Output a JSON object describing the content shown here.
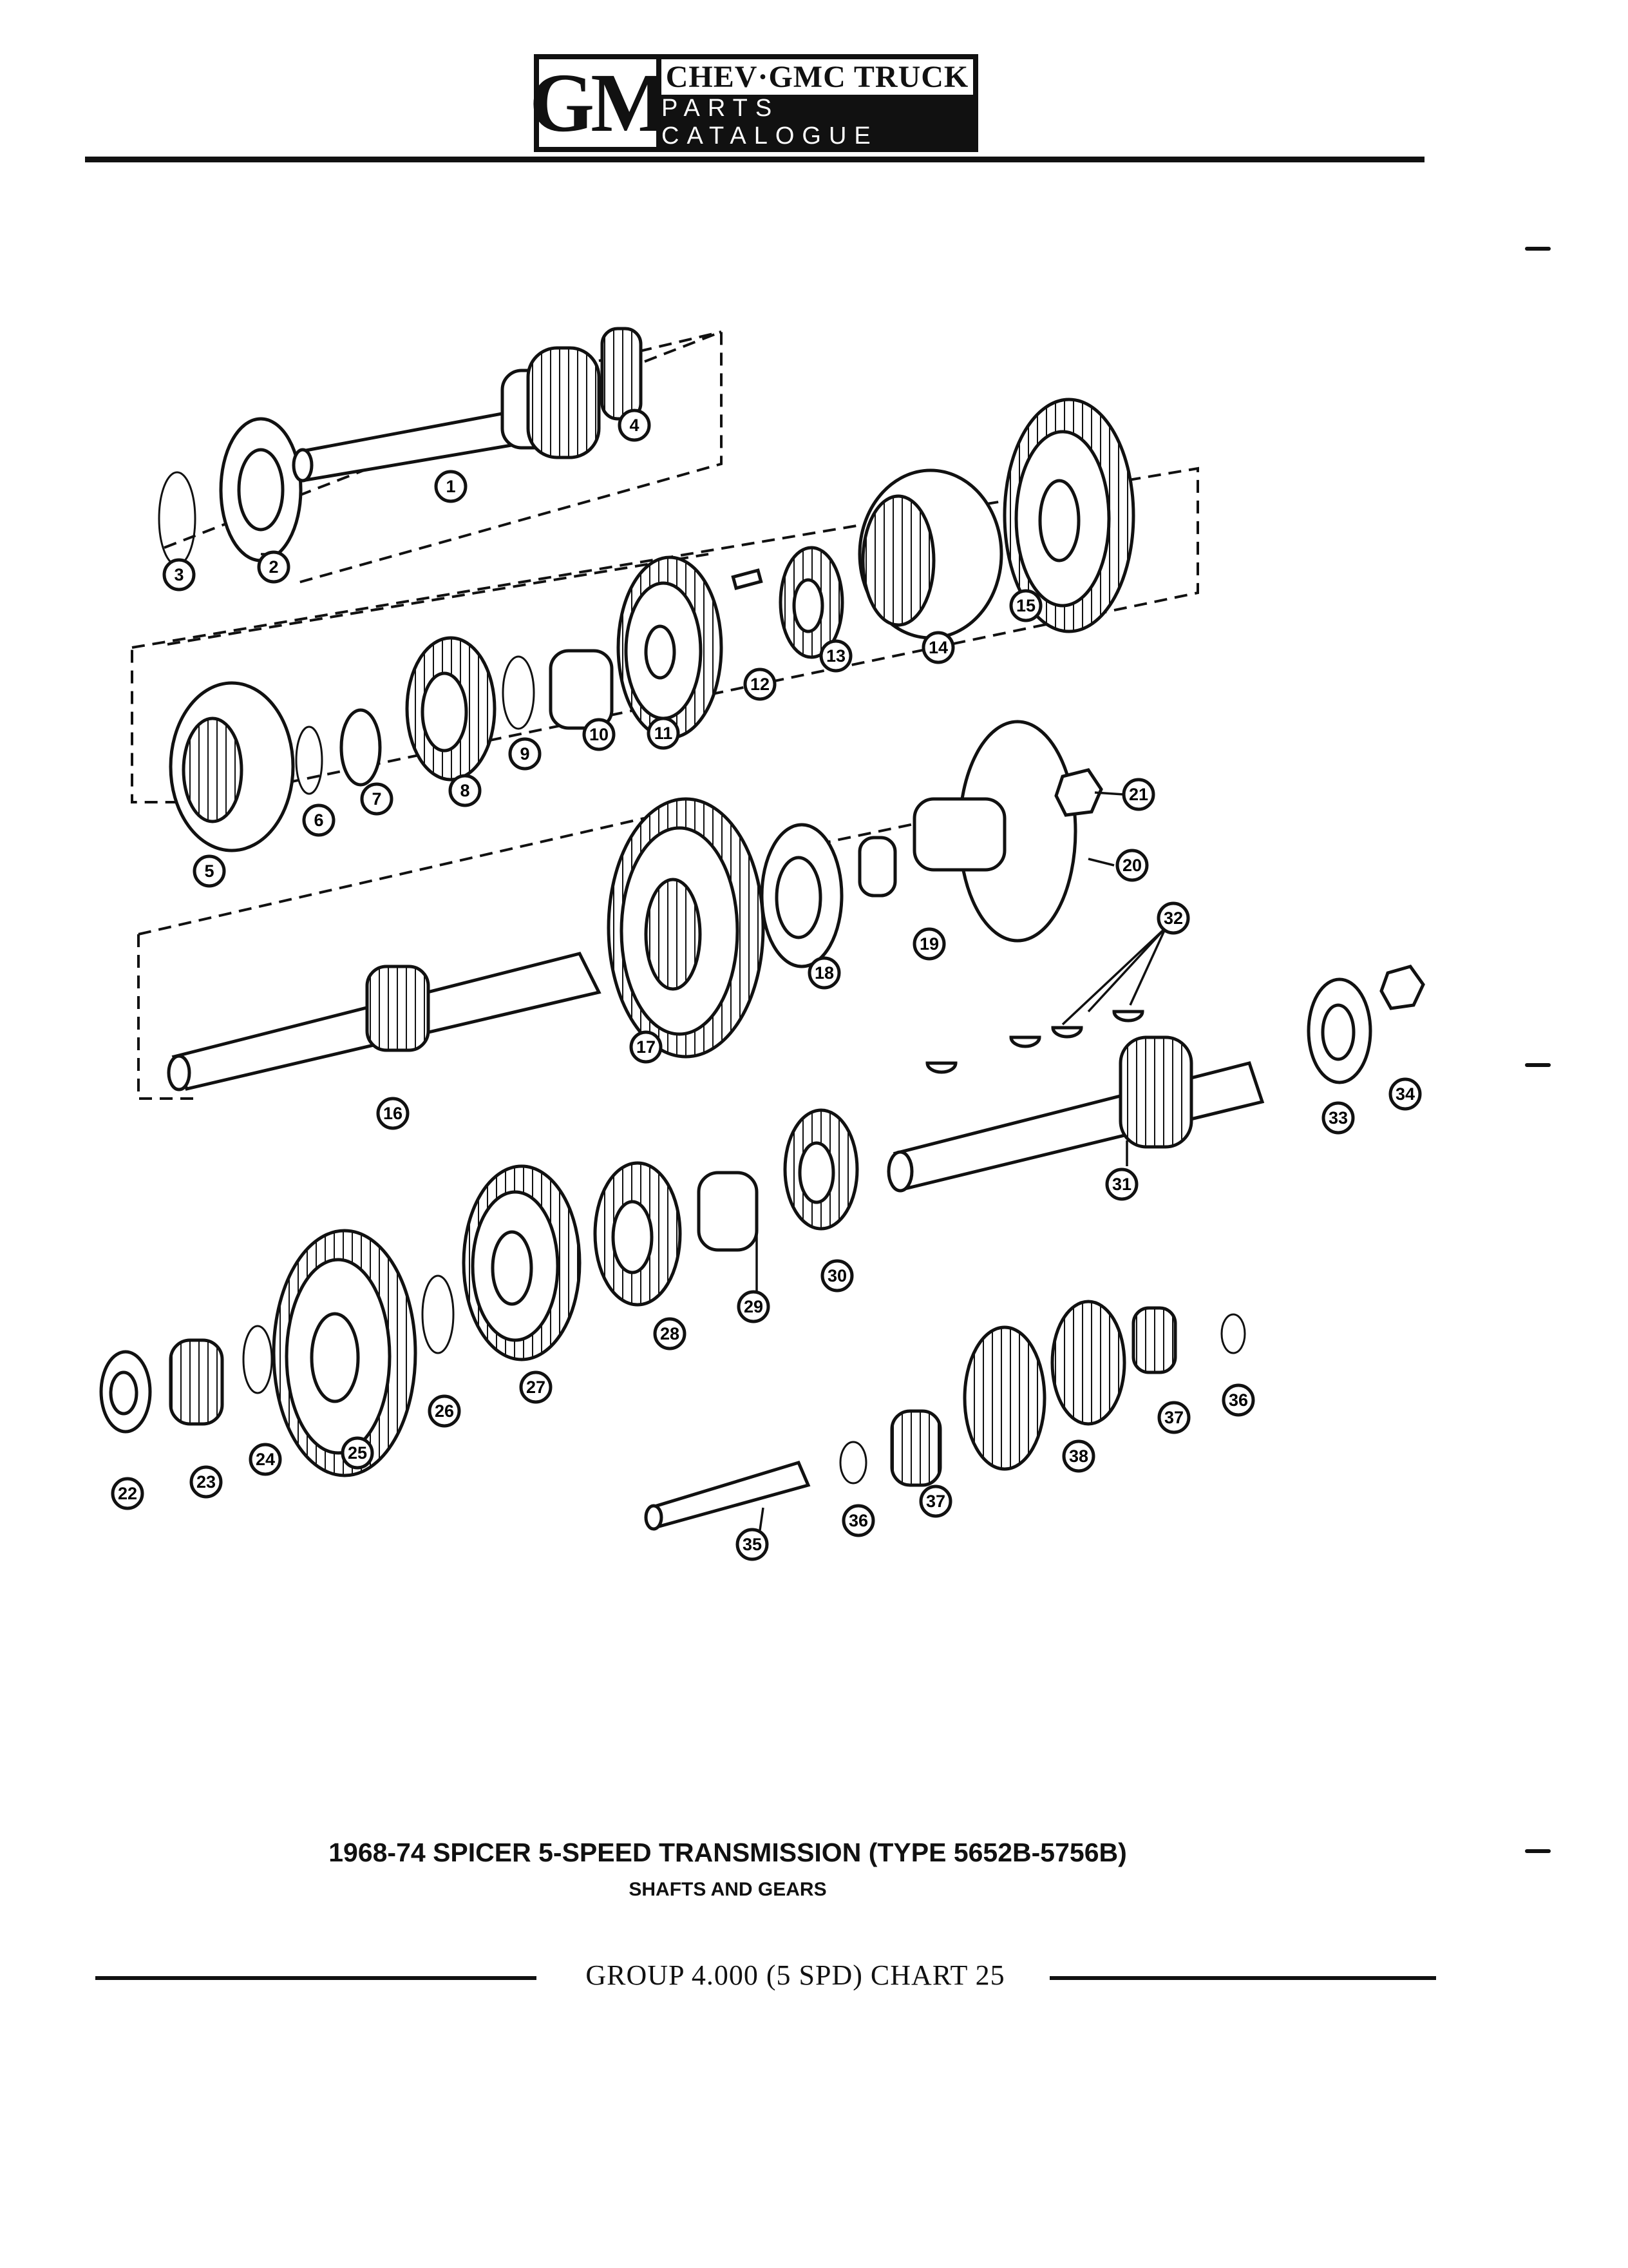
{
  "header": {
    "logo_gm": "GM",
    "logo_line1": "CHEV·GMC TRUCK",
    "logo_line2": "PARTS CATALOGUE"
  },
  "diagram": {
    "callouts": [
      "1",
      "2",
      "3",
      "4",
      "5",
      "6",
      "7",
      "8",
      "9",
      "10",
      "11",
      "12",
      "13",
      "14",
      "15",
      "16",
      "17",
      "18",
      "19",
      "20",
      "21",
      "22",
      "23",
      "24",
      "25",
      "26",
      "27",
      "28",
      "29",
      "30",
      "31",
      "32",
      "33",
      "34",
      "35",
      "36",
      "37",
      "38"
    ]
  },
  "caption": {
    "title": "1968-74 SPICER 5-SPEED TRANSMISSION (TYPE 5652B-5756B)",
    "subtitle": "SHAFTS AND GEARS"
  },
  "footer": {
    "text": "GROUP 4.000 (5 SPD) CHART 25"
  }
}
